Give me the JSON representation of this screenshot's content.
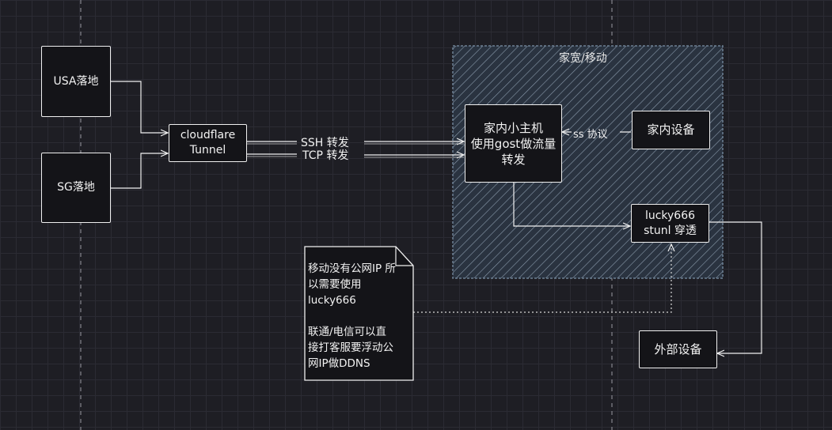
{
  "zone": {
    "title": "家宽/移动"
  },
  "nodes": {
    "usa": "USA落地",
    "sg": "SG落地",
    "cf_line1": "cloudflare",
    "cf_line2": "Tunnel",
    "host_line1": "家内小主机",
    "host_line2": "使用gost做流量",
    "host_line3": "转发",
    "device": "家内设备",
    "lucky_line1": "lucky666",
    "lucky_line2": "stunl 穿透",
    "external": "外部设备"
  },
  "edges": {
    "ssh": "SSH  转发",
    "tcp": "TCP 转发",
    "ss": "ss 协议"
  },
  "note": {
    "lines": [
      "移动没有公网IP 所",
      "以需要使用",
      "lucky666",
      "",
      "联通/电信可以直",
      "接打客服要浮动公",
      "网IP做DDNS"
    ]
  },
  "colors": {
    "background": "#1e1e24",
    "zone_fill": "#2a3340",
    "zone_border": "#6d8094",
    "stroke": "#f0f0f0"
  }
}
